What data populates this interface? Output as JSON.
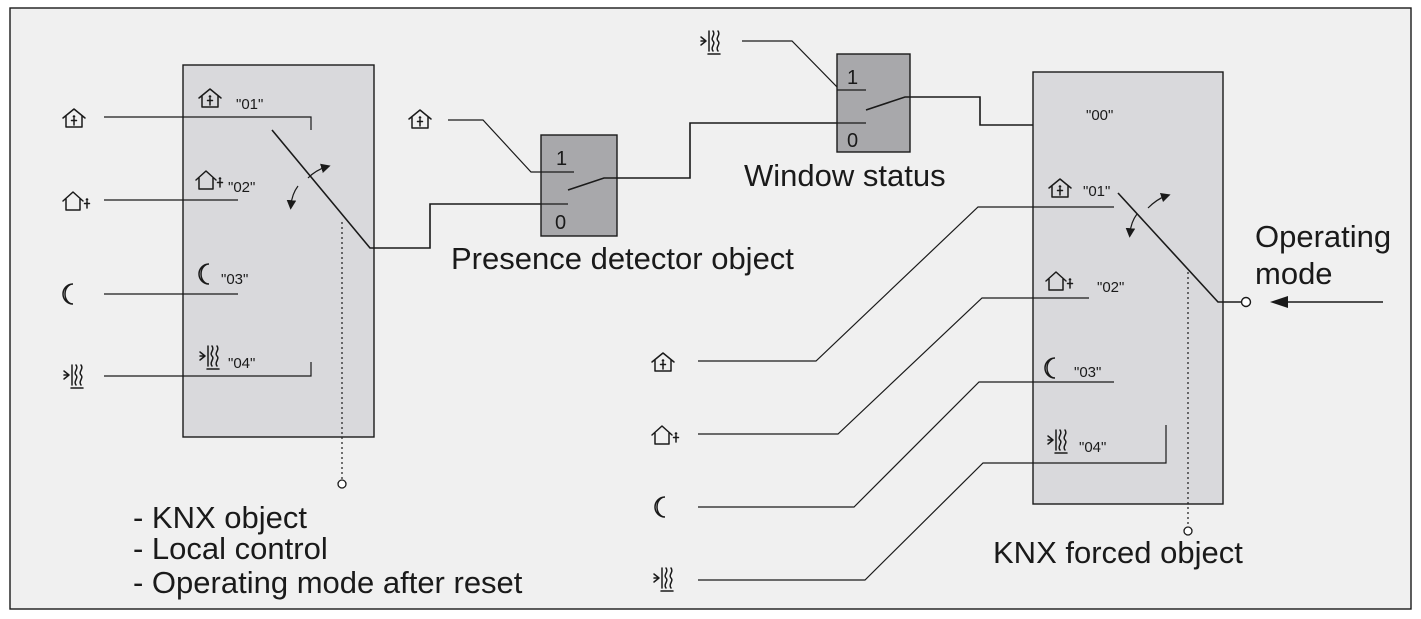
{
  "colors": {
    "background": "#f0f0f0",
    "block_fill": "#d9d9dc",
    "gate_fill": "#a8a8ab",
    "line": "#1a1a1a"
  },
  "icons": {
    "comfort": "house-person-icon",
    "standby": "house-outside-person-icon",
    "night": "crescent-moon-icon",
    "frost": "frost-heat-protection-icon"
  },
  "left_block": {
    "labels": [
      "\"01\"",
      "\"02\"",
      "\"03\"",
      "\"04\""
    ]
  },
  "presence_gate": {
    "input_1": "1",
    "input_0": "0",
    "caption": "Presence detector object"
  },
  "window_gate": {
    "input_1": "1",
    "input_0": "0",
    "caption": "Window status"
  },
  "right_block": {
    "labels": [
      "\"00\"",
      "\"01\"",
      "\"02\"",
      "\"03\"",
      "\"04\""
    ],
    "caption": "KNX forced object"
  },
  "operating_mode": {
    "line1": "Operating",
    "line2": "mode"
  },
  "source_list": [
    "- KNX object",
    "- Local control",
    "- Operating mode after reset"
  ]
}
